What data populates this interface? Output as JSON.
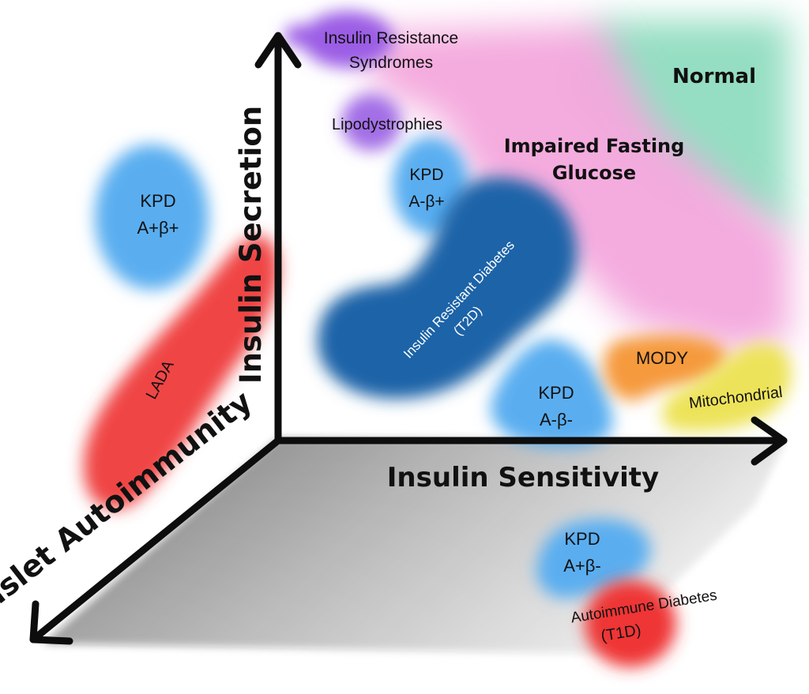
{
  "axes": {
    "vertical": "Insulin Secretion",
    "horizontal": "Insulin Sensitivity",
    "depth": "Islet Autoimmunity"
  },
  "regions": {
    "normal": "Normal",
    "ifg_line1": "Impaired Fasting",
    "ifg_line2": "Glucose",
    "irs_line1": "Insulin Resistance",
    "irs_line2": "Syndromes",
    "lipodystrophies": "Lipodystrophies",
    "kpd_a_b_plus_line1": "KPD",
    "kpd_a_b_plus_line2": "A-β+",
    "kpd_ap_bp_line1": "KPD",
    "kpd_ap_bp_line2": "A+β+",
    "lada": "LADA",
    "t2d_line1": "Insulin Resistant Diabetes",
    "t2d_line2": "(T2D)",
    "kpd_am_bm_line1": "KPD",
    "kpd_am_bm_line2": "A-β-",
    "mody": "MODY",
    "mitochondrial": "Mitochondrial",
    "kpd_ap_bm_line1": "KPD",
    "kpd_ap_bm_line2": "A+β-",
    "t1d_line1": "Autoimmune Diabetes",
    "t1d_line2": "(T1D)"
  },
  "colors": {
    "normal": "#8fdcc0",
    "ifg": "#f3a6dc",
    "insulin_resistance_syndromes": "#9b5de5",
    "kpd": "#5aaef0",
    "t2d": "#1a63a8",
    "lada": "#f04545",
    "t1d": "#ef3535",
    "mody": "#f59a3d",
    "mitochondrial": "#ede35a",
    "floor": "#8a8a8a"
  }
}
